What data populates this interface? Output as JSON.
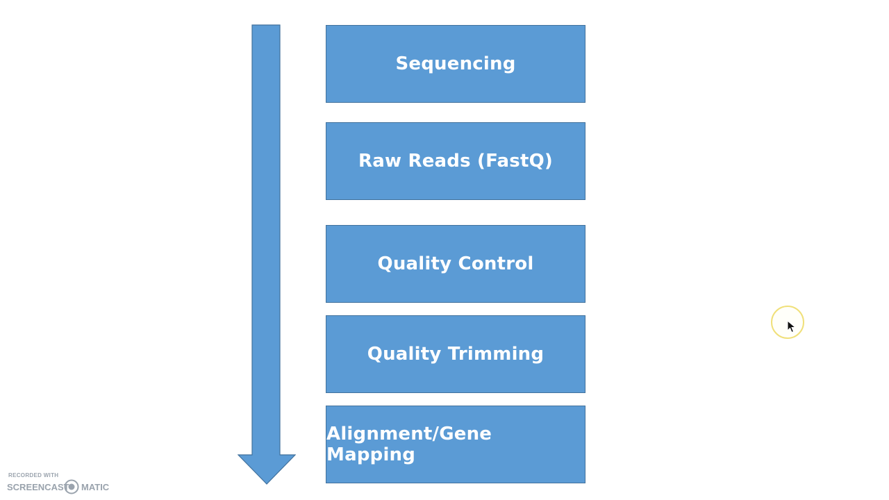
{
  "diagram": {
    "steps": [
      "Sequencing",
      "Raw Reads (FastQ)",
      "Quality Control",
      "Quality Trimming",
      "Alignment/Gene Mapping"
    ],
    "colors": {
      "box_fill": "#5b9bd5",
      "box_border": "#41719c",
      "arrow_fill": "#5b9bd5",
      "text": "#ffffff"
    }
  },
  "flow_arrow": {
    "direction": "down",
    "icon": "down-arrow-icon"
  },
  "cursor": {
    "icon": "mouse-pointer-icon",
    "highlight_color": "#f0e07a"
  },
  "watermark": {
    "line1": "RECORDED WITH",
    "left": "SCREENCAST",
    "right": "MATIC",
    "logo_icon": "screencast-o-matic-logo-icon"
  }
}
